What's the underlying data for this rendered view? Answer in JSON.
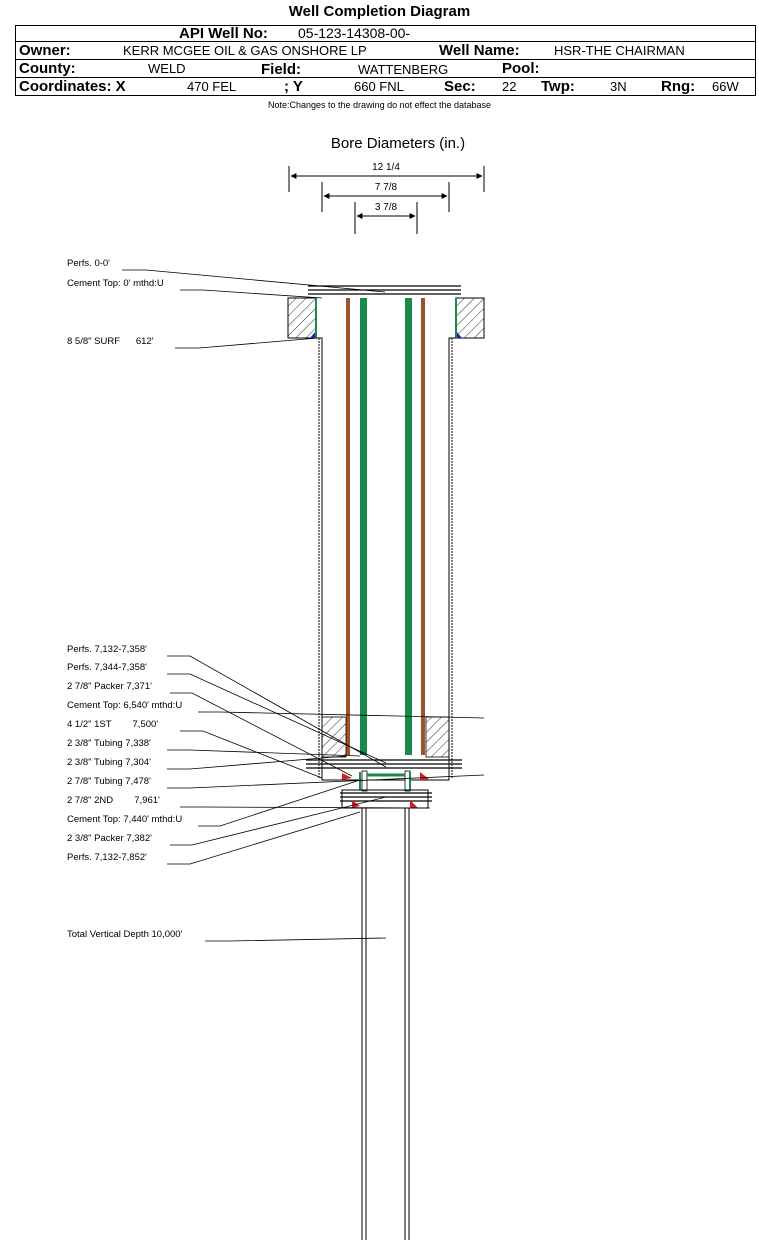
{
  "header": {
    "title": "Well Completion Diagram",
    "api_label": "API Well No:",
    "api_value": "05-123-14308-00-",
    "owner_label": "Owner:",
    "owner_value": "KERR MCGEE OIL & GAS ONSHORE LP",
    "well_name_label": "Well Name:",
    "well_name_value": "HSR-THE CHAIRMAN",
    "county_label": "County:",
    "county_value": "WELD",
    "field_label": "Field:",
    "field_value": "WATTENBERG",
    "pool_label": "Pool:",
    "pool_value": "",
    "coord_x_label": "Coordinates: X",
    "coord_x_value": "470 FEL",
    "coord_y_label": "; Y",
    "coord_y_value": "660 FNL",
    "sec_label": "Sec:",
    "sec_value": "22",
    "twp_label": "Twp:",
    "twp_value": "3N",
    "rng_label": "Rng:",
    "rng_value": "66W",
    "note": "Note:Changes to the drawing do not effect the database"
  },
  "bore": {
    "title": "Bore Diameters (in.)",
    "diameters": [
      "12 1/4",
      "7 7/8",
      "3 7/8"
    ]
  },
  "annotations": {
    "perfs_top": "Perfs. 0-0'",
    "cement_top_surf": "Cement Top: 0' mthd:U",
    "surf_casing": "8 5/8\" SURF      612'",
    "perfs_1": "Perfs. 7,132-7,358'",
    "perfs_2": "Perfs. 7,344-7,358'",
    "packer_1": "2 7/8\" Packer 7,371'",
    "cement_top_1st": "Cement Top: 6,540' mthd:U",
    "casing_1st": "4 1/2\" 1ST        7,500'",
    "tubing_1": "2 3/8\" Tubing 7,338'",
    "tubing_2": "2 3/8\" Tubing 7,304'",
    "tubing_3": "2 7/8\" Tubing 7,478'",
    "casing_2nd": "2 7/8\" 2ND        7,961'",
    "cement_top_2nd": "Cement Top: 7,440' mthd:U",
    "packer_2": "2 3/8\" Packer 7,382'",
    "perfs_3": "Perfs. 7,132-7,852'",
    "tvd": "Total Vertical Depth 10,000'"
  },
  "colors": {
    "tubing_green": "#1a8a4a",
    "casing_brown": "#a0522d",
    "cement_red": "#cc2222",
    "marker_blue": "#1a1acc"
  }
}
